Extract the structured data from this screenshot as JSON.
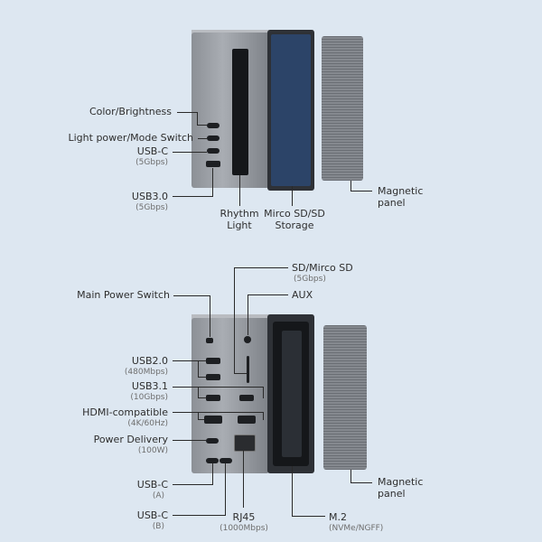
{
  "top": {
    "labels": {
      "color_brightness": "Color/Brightness",
      "light_power": "Light power/Mode Switch",
      "usbc": "USB-C",
      "usbc_speed": "(5Gbps)",
      "usb30": "USB3.0",
      "usb30_speed": "(5Gbps)",
      "rhythm_1": "Rhythm",
      "rhythm_2": "Light",
      "sd_1": "Mirco SD/SD",
      "sd_2": "Storage",
      "mag_1": "Magnetic",
      "mag_2": "panel"
    }
  },
  "bottom": {
    "labels": {
      "sd_micro": "SD/Mirco SD",
      "sd_micro_speed": "(5Gbps)",
      "aux": "AUX",
      "main_power": "Main Power Switch",
      "usb20": "USB2.0",
      "usb20_speed": "(480Mbps)",
      "usb31": "USB3.1",
      "usb31_speed": "(10Gbps)",
      "hdmi": "HDMI-compatible",
      "hdmi_spec": "(4K/60Hz)",
      "pd": "Power Delivery",
      "pd_spec": "(100W)",
      "usbc_a": "USB-C",
      "usbc_a_sub": "(A)",
      "usbc_b": "USB-C",
      "usbc_b_sub": "(B)",
      "rj45": "RJ45",
      "rj45_spec": "(1000Mbps)",
      "m2": "M.2",
      "m2_spec": "(NVMe/NGFF)",
      "mag_1": "Magnetic",
      "mag_2": "panel"
    }
  },
  "colors": {
    "background": "#dde7f1",
    "storage_bay": "#2c4468"
  }
}
